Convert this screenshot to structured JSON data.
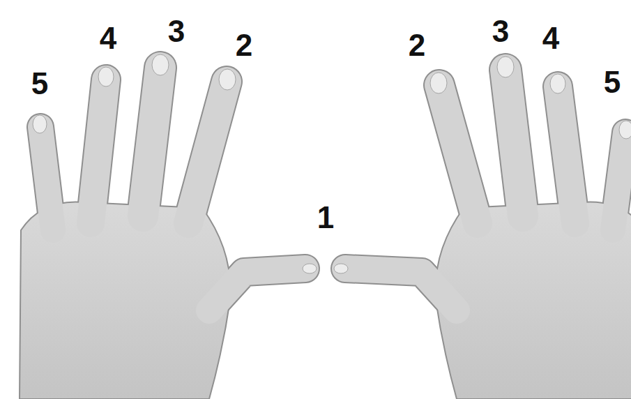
{
  "diagram": {
    "labels": [
      "5",
      "4",
      "3",
      "2",
      "1",
      "2",
      "3",
      "4",
      "5"
    ]
  }
}
